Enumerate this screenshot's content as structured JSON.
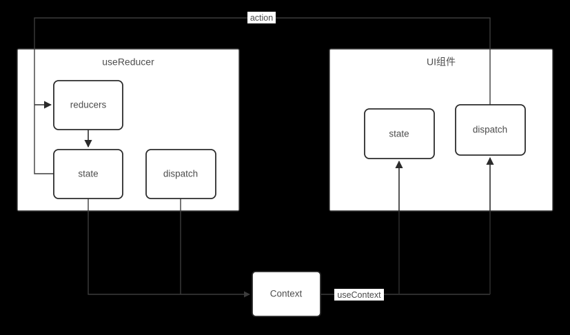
{
  "diagram": {
    "background_color": "#000000",
    "panel_fill": "#ffffff",
    "stroke_color": "#2b2b2b",
    "text_color": "#4d4d4d",
    "panels": [
      {
        "id": "usereducer",
        "title": "useReducer"
      },
      {
        "id": "ui-component",
        "title": "UI组件"
      }
    ],
    "nodes": [
      {
        "id": "reducers",
        "label": "reducers",
        "panel": "usereducer"
      },
      {
        "id": "state-left",
        "label": "state",
        "panel": "usereducer"
      },
      {
        "id": "dispatch-left",
        "label": "dispatch",
        "panel": "usereducer"
      },
      {
        "id": "state-right",
        "label": "state",
        "panel": "ui-component"
      },
      {
        "id": "dispatch-right",
        "label": "dispatch",
        "panel": "ui-component"
      },
      {
        "id": "context",
        "label": "Context",
        "panel": null
      }
    ],
    "edge_labels": [
      {
        "id": "action",
        "label": "action"
      },
      {
        "id": "usecontext",
        "label": "useContext"
      }
    ]
  }
}
